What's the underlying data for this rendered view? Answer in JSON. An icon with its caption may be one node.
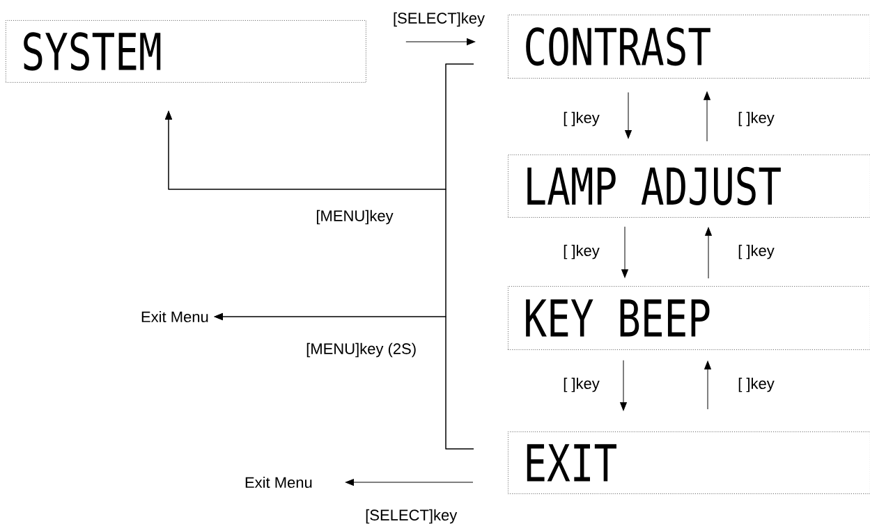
{
  "diagram": {
    "nodes": [
      {
        "text": [
          "SYSTEM"
        ]
      },
      {
        "text": [
          "CONTRAST"
        ]
      },
      {
        "text": [
          "LAMP ADJUST"
        ]
      },
      {
        "text": [
          "KEY BEEP"
        ]
      },
      {
        "text": [
          "EXIT"
        ]
      },
      {
        "text": [
          "Exit Menu"
        ]
      },
      {
        "text": [
          "Exit Menu"
        ]
      }
    ],
    "edges": [
      {
        "from": 0,
        "to": 1,
        "arrow": "to",
        "label": "[SELECT]key"
      },
      {
        "from": 1,
        "to": 2,
        "arrow": "to",
        "label": "[ ]key"
      },
      {
        "from": 2,
        "to": 1,
        "arrow": "to",
        "label": "[ ]key"
      },
      {
        "from": 2,
        "to": 3,
        "arrow": "to",
        "label": "[ ]key"
      },
      {
        "from": 3,
        "to": 2,
        "arrow": "to",
        "label": "[ ]key"
      },
      {
        "from": 3,
        "to": 4,
        "arrow": "to",
        "label": "[ ]key"
      },
      {
        "from": 4,
        "to": 3,
        "arrow": "to",
        "label": "[ ]key"
      },
      {
        "from": 1,
        "to": 0,
        "arrow": "to",
        "label": "[MENU]key"
      },
      {
        "from": 4,
        "to": 0,
        "arrow": "to"
      },
      {
        "from": 1,
        "to": 5,
        "arrow": "to",
        "label": "[MENU]key (2S)"
      },
      {
        "from": 4,
        "to": 5,
        "arrow": "to"
      },
      {
        "from": 4,
        "to": 6,
        "arrow": "to",
        "label": "[SELECT]key"
      }
    ]
  }
}
